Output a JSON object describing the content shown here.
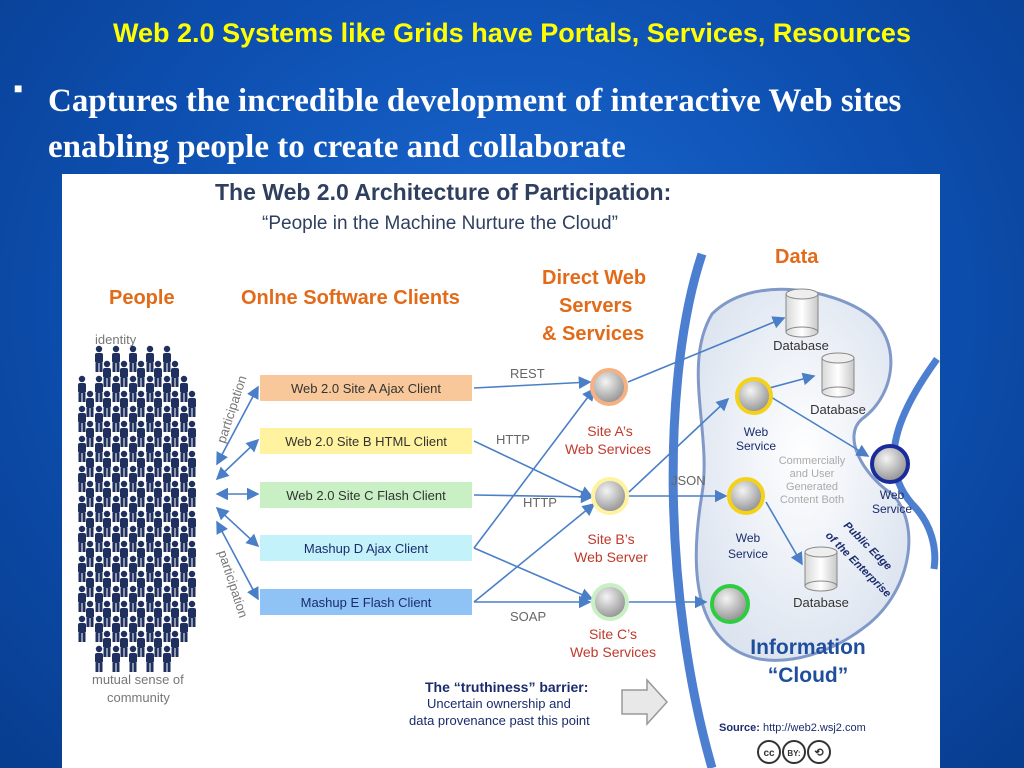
{
  "slide": {
    "title": "Web 2.0 Systems like Grids have Portals, Services, Resources",
    "bullet": "Captures the incredible development of interactive Web sites enabling people to create and collaborate"
  },
  "diagram": {
    "title": "The Web 2.0 Architecture of Participation:",
    "subtitle": "“People in the Machine Nurture the Cloud”",
    "headings": {
      "people": "People",
      "clients": "Onlne Software Clients",
      "servers_1": "Direct Web",
      "servers_2": "Servers",
      "servers_3": "& Services",
      "data": "Data"
    },
    "people_labels": {
      "identity": "identity",
      "community_1": "mutual sense of",
      "community_2": "community"
    },
    "participation_labels": [
      "participation",
      "participation"
    ],
    "clients": [
      {
        "label": "Web 2.0 Site A Ajax Client",
        "color": "#f9c89a"
      },
      {
        "label": "Web 2.0 Site B HTML Client",
        "color": "#fff3a0"
      },
      {
        "label": "Web 2.0 Site C Flash Client",
        "color": "#c9f0c4"
      },
      {
        "label": "Mashup D Ajax Client",
        "color": "#c4f2fb"
      },
      {
        "label": "Mashup E Flash Client",
        "color": "#8fc3f5"
      }
    ],
    "protocols": {
      "rest": "REST",
      "http1": "HTTP",
      "http2": "HTTP",
      "soap": "SOAP",
      "json": "JSON"
    },
    "servers": [
      {
        "line1": "Site A’s",
        "line2": "Web Services",
        "ring": "#f4b183"
      },
      {
        "line1": "Site B’s",
        "line2": "Web Server",
        "ring": "#fff2a0"
      },
      {
        "line1": "Site C’s",
        "line2": "Web Services",
        "ring": "#c9f0c4"
      }
    ],
    "cloud": {
      "database1": "Database",
      "database2": "Database",
      "database3": "Database",
      "web_service1_1": "Web",
      "web_service1_2": "Service",
      "web_service2_1": "Web",
      "web_service2_2": "Service",
      "web_service3_1": "Web",
      "web_service3_2": "Service",
      "commercially": [
        "Commercially",
        "and User",
        "Generated",
        "Content Both"
      ],
      "public_edge_1": "Public Edge",
      "public_edge_2": "of the Enterprise",
      "info_1": "Information",
      "info_2": "“Cloud”"
    },
    "barrier": {
      "title": "The “truthiness” barrier:",
      "line1": "Uncertain ownership and",
      "line2": "data provenance past this point"
    },
    "source": {
      "label": "Source:",
      "url": "http://web2.wsj2.com"
    },
    "license_icons": [
      "cc",
      "BY:",
      "⟲"
    ],
    "colors": {
      "heading_orange": "#e26b1a",
      "cloud_blue": "#1f4e9c",
      "arrow_blue": "#4a7fc8",
      "ring_yellow": "#f4d21a",
      "ring_green": "#2ecc40",
      "ring_navy": "#1a2c9c"
    }
  }
}
